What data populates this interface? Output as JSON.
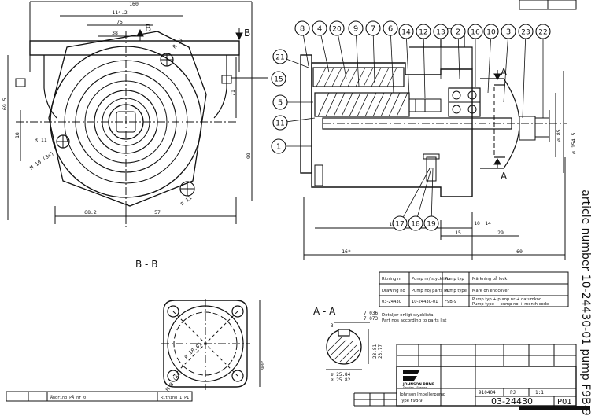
{
  "dims": {
    "d160": "160",
    "d1142": "114.2",
    "d75": "75",
    "d38": "38",
    "d695": "69.5",
    "d18": "18",
    "d71": "71",
    "d99": "99",
    "d682": "68.2",
    "d57": "57",
    "d1545": "ø 154.5",
    "d85": "ø 85",
    "d108": "108",
    "d15": "15",
    "d29": "29",
    "d10": "10",
    "d14": "14",
    "d60": "60",
    "d16": "16*",
    "r11a": "R 11",
    "r11b": "R 11",
    "m10": "M 10 (3x)",
    "r11c": "R 11",
    "d18c": "ø 18.01",
    "d90": "90°",
    "m6": "M 8 (4x)"
  },
  "balloons": [
    "8",
    "4",
    "20",
    "9",
    "7",
    "6",
    "14",
    "12",
    "13",
    "2",
    "16",
    "10",
    "3",
    "23",
    "22",
    "21",
    "15",
    "5",
    "11",
    "1",
    "17",
    "18",
    "19"
  ],
  "labels": {
    "section_b": "B - B",
    "section_a": "A - A",
    "arrow_b_top": "B",
    "arrow_b_side": "B",
    "arrow_a_top": "A",
    "arrow_a_bottom": "A"
  },
  "aa_dims": {
    "w": "7.036",
    "w2": "7.073",
    "h1": "23.81",
    "h2": "23.77",
    "dia": "ø 25.84",
    "dia2": "ø 25.82",
    "small": "3"
  },
  "info_table": {
    "r1": [
      "Ritning nr",
      "Pump nr/ stycklista",
      "Pump typ",
      "Märkning på lock"
    ],
    "r2": [
      "Drawing no",
      "Pump no/ parts list",
      "Pump type",
      "Mark on endcover"
    ],
    "r3": [
      "03-24430",
      "10-24430-01",
      "F9B-9",
      "Pump typ + pump nr + datumkod",
      "Pump type + pump no + month code"
    ]
  },
  "note": [
    "Detaljer enligt stycklista",
    "Part nos according to parts list"
  ],
  "title_block": {
    "company": "JOHNSON PUMP",
    "company_sub": "Sweden - Sverige",
    "desc1": "Johnson Impellerpump",
    "desc2": "Type F9B-9",
    "date": "910404",
    "sign": "PJ",
    "scale": "1:1",
    "drawing_no": "03-24430",
    "page": "P01"
  },
  "revision": {
    "rev_cell": "Ändring PÅ nr 0",
    "rev_text": "Ritning 1  P1"
  },
  "side_caption": "article number 10-24430-01    pump F9B-9"
}
